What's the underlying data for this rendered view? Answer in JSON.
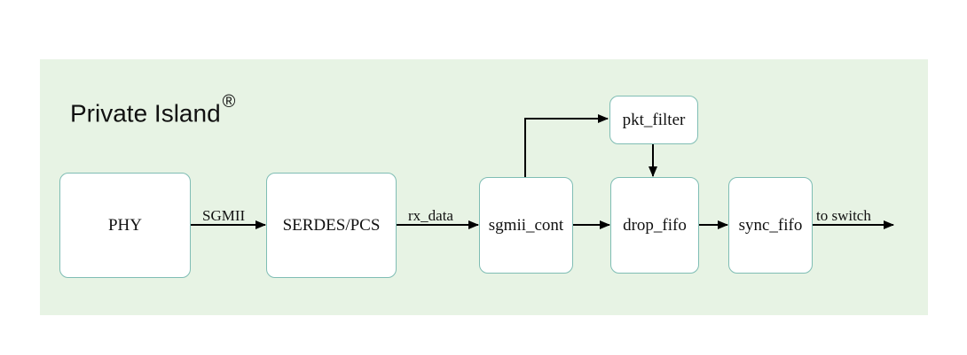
{
  "title": "Private Island",
  "title_mark": "®",
  "blocks": {
    "phy": "PHY",
    "serdes": "SERDES/PCS",
    "sgmii_cont": "sgmii_cont",
    "pkt_filter": "pkt_filter",
    "drop_fifo": "drop_fifo",
    "sync_fifo": "sync_fifo"
  },
  "edges": {
    "phy_serdes": "SGMII",
    "serdes_sgmii": "rx_data",
    "output": "to switch"
  },
  "colors": {
    "panel": "#e7f3e4",
    "box_border": "#7fbdb4",
    "arrow": "#000000"
  }
}
